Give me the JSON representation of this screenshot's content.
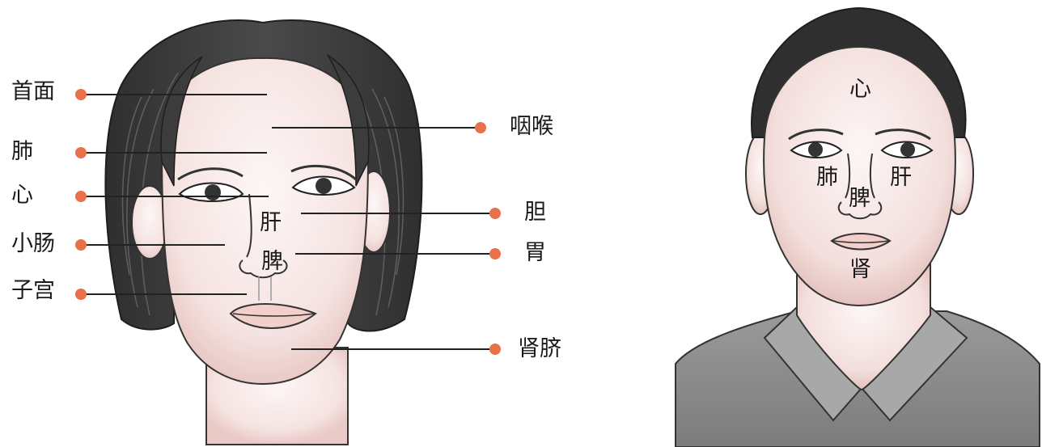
{
  "left_figure": {
    "left_labels": [
      "首面",
      "肺",
      "心",
      "小肠",
      "子宫"
    ],
    "right_labels": [
      "咽喉",
      "胆",
      "胃",
      "肾脐"
    ],
    "face_labels": [
      "肝",
      "脾"
    ]
  },
  "right_figure": {
    "face_labels": [
      "心",
      "肺",
      "肝",
      "脾",
      "肾"
    ]
  },
  "colors": {
    "dot": "#e8704a",
    "hair": "#3a3a3a",
    "skin": "#f6e6e4",
    "shirt": "#8e8e8e"
  }
}
